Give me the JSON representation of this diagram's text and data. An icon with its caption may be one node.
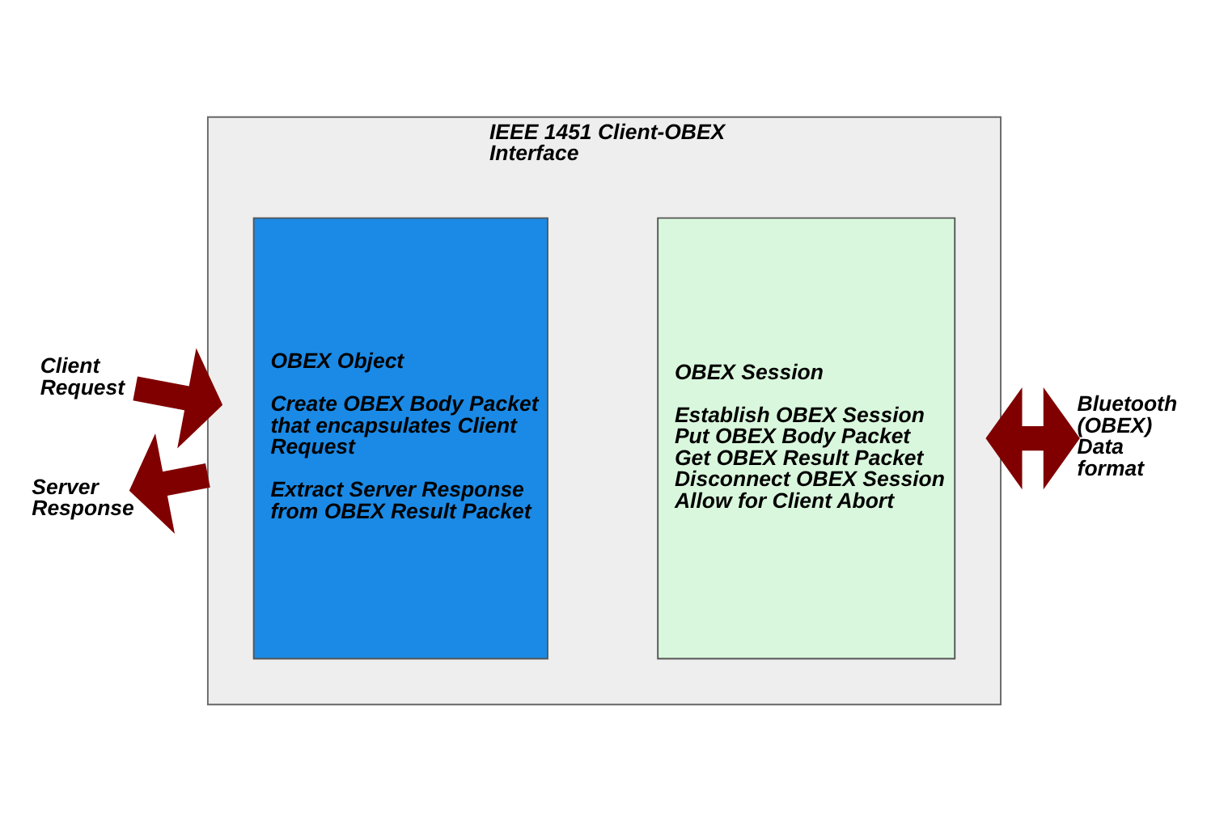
{
  "diagram": {
    "nodes": [
      {
        "text": [
          "IEEE 1451 Client-OBEX Interface"
        ]
      },
      {
        "text": [
          "OBEX Object",
          "Create OBEX Body Packet that encapsulates Client Request",
          "Extract Server Response from OBEX Result Packet"
        ],
        "in": 0
      },
      {
        "text": [
          "OBEX Session",
          "Establish OBEX Session",
          "Put OBEX Body Packet",
          "Get OBEX Result Packet",
          "Disconnect OBEX Session",
          "Allow for Client Abort"
        ],
        "in": 0
      },
      {
        "text": [
          "Client Request"
        ]
      },
      {
        "text": [
          "Server Response"
        ]
      },
      {
        "text": [
          "Bluetooth (OBEX) Data format"
        ]
      }
    ],
    "edges": [
      {
        "from": 3,
        "to": 0,
        "arrow": "to"
      },
      {
        "from": 0,
        "to": 4,
        "arrow": "to"
      },
      {
        "from": 5,
        "to": 0,
        "arrow": "both"
      }
    ]
  }
}
